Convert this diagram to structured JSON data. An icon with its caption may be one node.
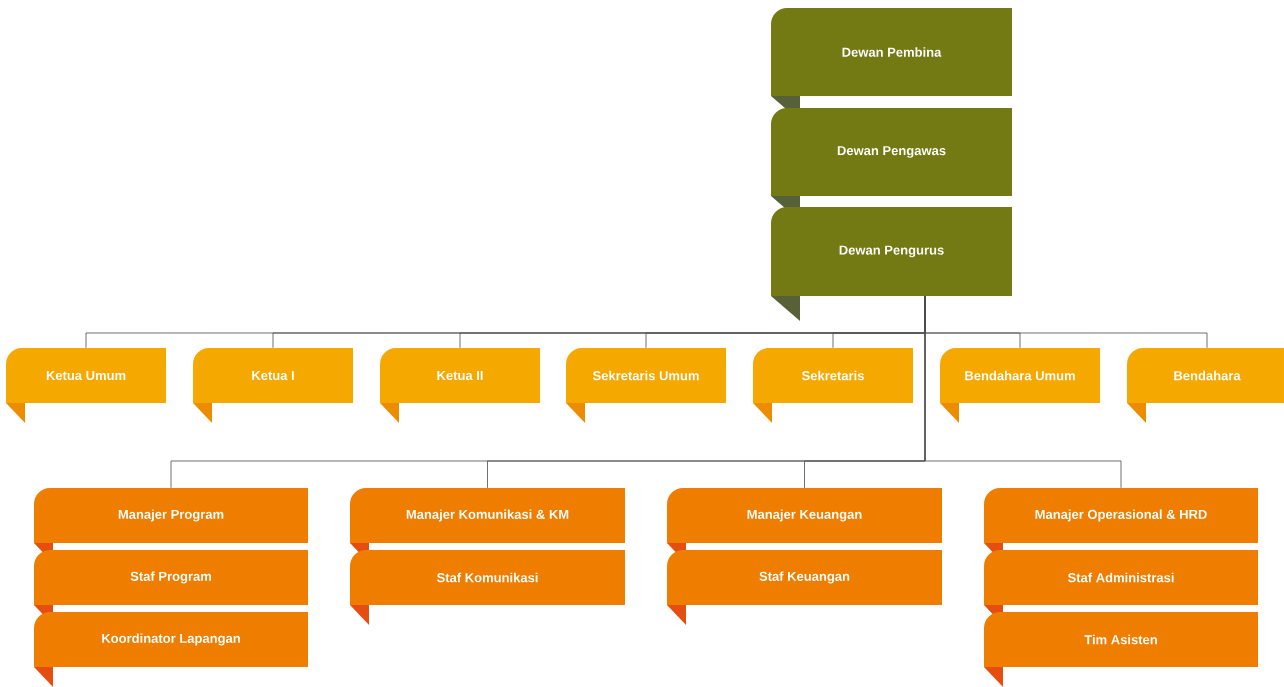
{
  "diagram": {
    "nodes": [
      {
        "text": [
          "Dewan Pembina"
        ]
      },
      {
        "text": [
          "Dewan Pengawas"
        ]
      },
      {
        "text": [
          "Dewan Pengurus"
        ]
      },
      {
        "text": [
          "Ketua Umum"
        ]
      },
      {
        "text": [
          "Ketua I"
        ]
      },
      {
        "text": [
          "Ketua II"
        ]
      },
      {
        "text": [
          "Sekretaris Umum"
        ]
      },
      {
        "text": [
          "Sekretaris"
        ]
      },
      {
        "text": [
          "Bendahara Umum"
        ]
      },
      {
        "text": [
          "Bendahara"
        ]
      },
      {
        "text": [
          "Manajer Program"
        ]
      },
      {
        "text": [
          "Staf Program"
        ]
      },
      {
        "text": [
          "Koordinator Lapangan"
        ]
      },
      {
        "text": [
          "Manajer Komunikasi & KM"
        ]
      },
      {
        "text": [
          "Staf Komunikasi"
        ]
      },
      {
        "text": [
          "Manajer Keuangan"
        ]
      },
      {
        "text": [
          "Staf Keuangan"
        ]
      },
      {
        "text": [
          "Manajer Operasional & HRD"
        ]
      },
      {
        "text": [
          "Staf Administrasi"
        ]
      },
      {
        "text": [
          "Tim Asisten"
        ]
      }
    ],
    "edges": [
      {
        "from": 2,
        "to": 3,
        "arrow": "none"
      },
      {
        "from": 2,
        "to": 4,
        "arrow": "none"
      },
      {
        "from": 2,
        "to": 5,
        "arrow": "none"
      },
      {
        "from": 2,
        "to": 6,
        "arrow": "none"
      },
      {
        "from": 2,
        "to": 7,
        "arrow": "none"
      },
      {
        "from": 2,
        "to": 8,
        "arrow": "none"
      },
      {
        "from": 2,
        "to": 9,
        "arrow": "none"
      },
      {
        "from": 2,
        "to": 10,
        "arrow": "none"
      },
      {
        "from": 2,
        "to": 13,
        "arrow": "none"
      },
      {
        "from": 2,
        "to": 15,
        "arrow": "none"
      },
      {
        "from": 2,
        "to": 17,
        "arrow": "none"
      }
    ]
  }
}
